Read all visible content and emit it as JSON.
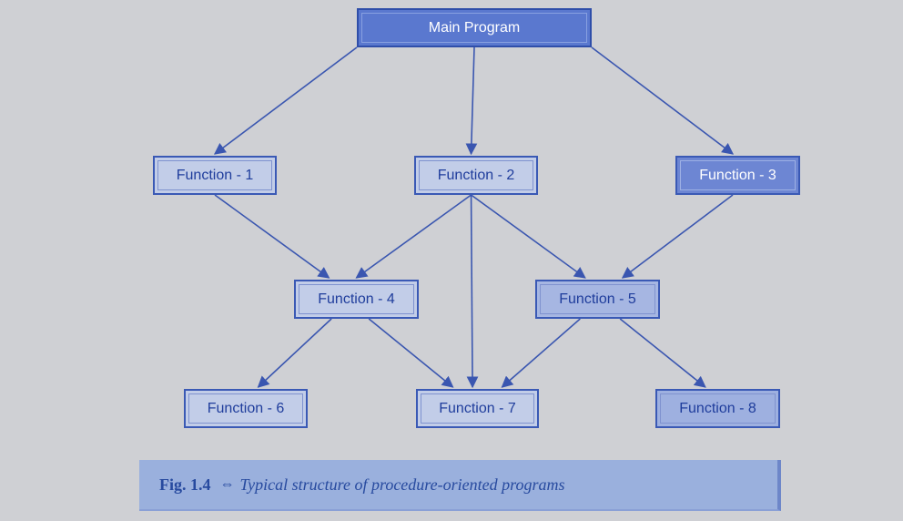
{
  "diagram": {
    "nodes": {
      "main": "Main Program",
      "f1": "Function - 1",
      "f2": "Function - 2",
      "f3": "Function - 3",
      "f4": "Function - 4",
      "f5": "Function - 5",
      "f6": "Function - 6",
      "f7": "Function - 7",
      "f8": "Function - 8"
    },
    "edges": [
      [
        "main",
        "f1"
      ],
      [
        "main",
        "f2"
      ],
      [
        "main",
        "f3"
      ],
      [
        "f1",
        "f4"
      ],
      [
        "f2",
        "f4"
      ],
      [
        "f2",
        "f7"
      ],
      [
        "f2",
        "f5"
      ],
      [
        "f3",
        "f5"
      ],
      [
        "f4",
        "f6"
      ],
      [
        "f4",
        "f7"
      ],
      [
        "f5",
        "f7"
      ],
      [
        "f5",
        "f8"
      ]
    ],
    "colors": {
      "arrow": "#3a56b0",
      "node_border": "#3a59b5",
      "node_text": "#1f3d9c",
      "main_fill": "#5a78cf",
      "background": "#cfd0d4"
    }
  },
  "caption": {
    "figure_number": "Fig. 1.4",
    "arrow_symbol": "⇔",
    "text": "Typical structure of procedure-oriented programs"
  }
}
